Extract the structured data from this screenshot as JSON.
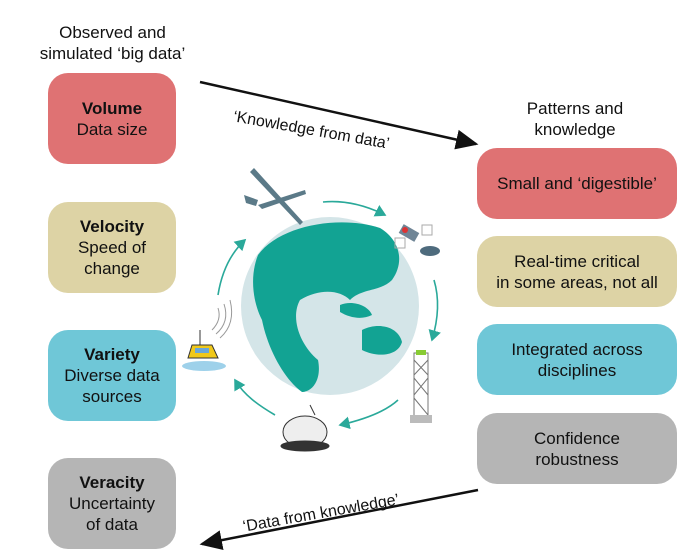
{
  "left_header": [
    "Observed and",
    "simulated ‘big data’"
  ],
  "right_header": [
    "Patterns and",
    "knowledge"
  ],
  "left_boxes": [
    {
      "title": "Volume",
      "lines": [
        "Data size"
      ],
      "color": "#df7273"
    },
    {
      "title": "Velocity",
      "lines": [
        "Speed of",
        "change"
      ],
      "color": "#ddd3a5"
    },
    {
      "title": "Variety",
      "lines": [
        "Diverse data",
        "sources"
      ],
      "color": "#6fc7d7"
    },
    {
      "title": "Veracity",
      "lines": [
        "Uncertainty",
        "of data"
      ],
      "color": "#b5b5b5"
    }
  ],
  "right_boxes": [
    {
      "lines": [
        "Small and ‘digestible’"
      ],
      "color": "#df7273"
    },
    {
      "lines": [
        "Real-time critical",
        "in some areas, not all"
      ],
      "color": "#ddd3a5"
    },
    {
      "lines": [
        "Integrated across",
        "disciplines"
      ],
      "color": "#6fc7d7"
    },
    {
      "lines": [
        "Confidence",
        "robustness"
      ],
      "color": "#b5b5b5"
    }
  ],
  "arrow_top_label": "‘Knowledge from data’",
  "arrow_bottom_label": "‘Data from knowledge’",
  "colors": {
    "land": "#12a393",
    "ocean": "#d4e5e8",
    "cycle_arrow": "#2aa99a"
  }
}
